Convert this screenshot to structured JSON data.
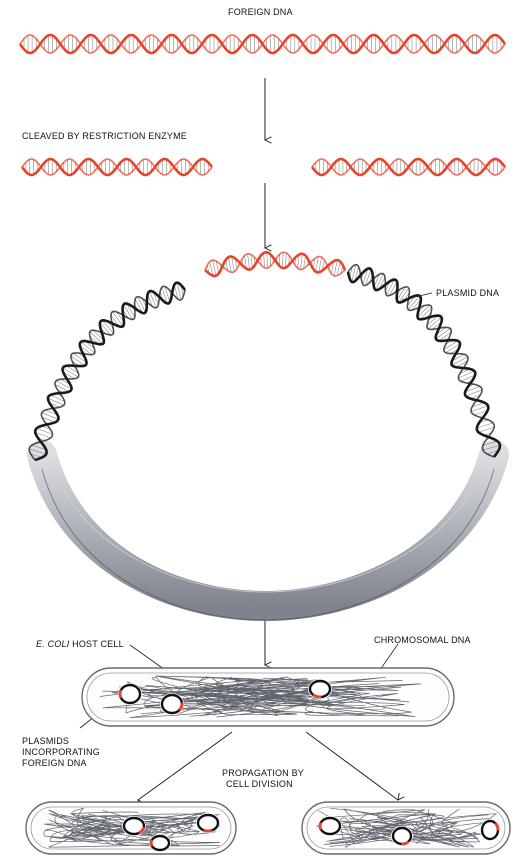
{
  "labels": {
    "foreign_dna": "FOREIGN DNA",
    "cleaved": "CLEAVED BY RESTRICTION ENZYME",
    "plasmid_dna": "PLASMID DNA",
    "host_cell_italic": "E. COLI",
    "host_cell_rest": " HOST CELL",
    "chromosomal_dna": "CHROMOSOMAL DNA",
    "plasmids_line1": "PLASMIDS",
    "plasmids_line2": "INCORPORATING",
    "plasmids_line3": "FOREIGN DNA",
    "propagation_line1": "PROPAGATION BY",
    "propagation_line2": "CELL DIVISION"
  },
  "colors": {
    "foreign_dna": "#e8442c",
    "plasmid_dna": "#1a1a1a",
    "cell_outline": "#6a6a6a",
    "chromosome": "#3a3f48",
    "background": "#ffffff"
  }
}
